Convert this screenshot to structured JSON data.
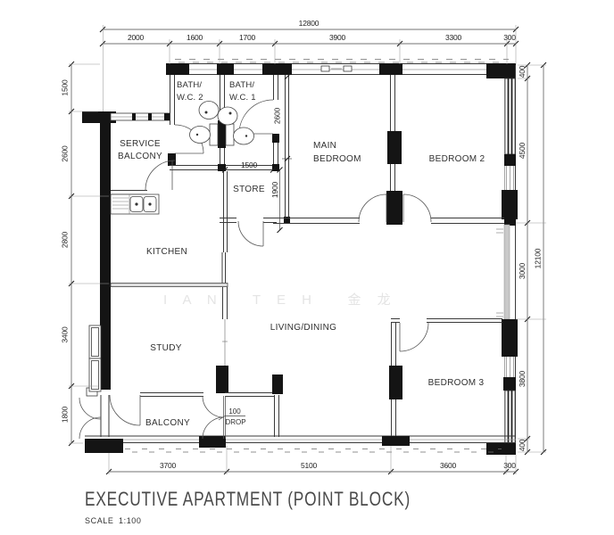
{
  "title": "EXECUTIVE APARTMENT (POINT BLOCK)",
  "scale_label": "SCALE",
  "scale_value": "1:100",
  "watermark": "I A N   T E H   金 龙",
  "rooms": {
    "service_balcony": [
      "SERVICE",
      "BALCONY"
    ],
    "bath_wc_2": [
      "BATH/",
      "W.C.  2"
    ],
    "bath_wc_1": [
      "BATH/",
      "W.C.  1"
    ],
    "main_bedroom": [
      "MAIN",
      "BEDROOM"
    ],
    "bedroom_2": "BEDROOM 2",
    "bedroom_3": "BEDROOM 3",
    "store": "STORE",
    "kitchen": "KITCHEN",
    "study": "STUDY",
    "living_dining": "LIVING/DINING",
    "balcony": "BALCONY"
  },
  "annotations": {
    "drop_value": "100",
    "drop_word": "DROP"
  },
  "dims": {
    "top_total": "12800",
    "top_segments": [
      "2000",
      "1600",
      "1700",
      "3900",
      "3300",
      "300"
    ],
    "left_segments": [
      "1500",
      "2600",
      "2800",
      "3400",
      "1800"
    ],
    "right_segments": [
      "400",
      "4500",
      "3000",
      "3800",
      "400"
    ],
    "right_total": "12100",
    "bottom_segments": [
      "3700",
      "5100",
      "3600",
      "300"
    ],
    "interior": {
      "store_width": "1500",
      "store_depth": "1900",
      "entry_wall": "2600"
    }
  }
}
